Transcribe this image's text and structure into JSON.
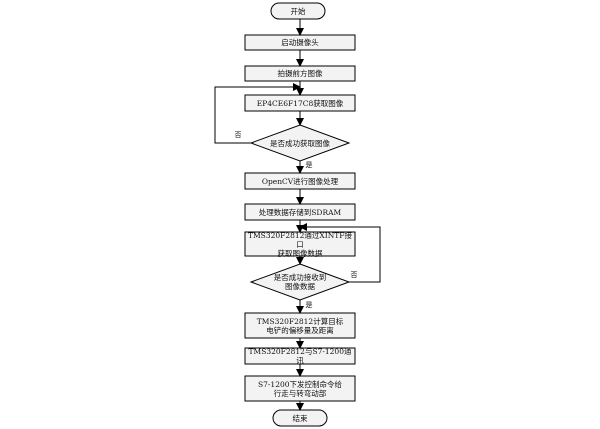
{
  "nodes": {
    "start": "开始",
    "open_camera": "启动摄像头",
    "capture_front": "拍摄前方图像",
    "fpga_get_image": "EP4CE6F17C8获取图像",
    "decision_get_image": "是否成功获取图像",
    "opencv_process": "OpenCV进行图像处理",
    "store_sdram": "处理数据存储到SDRAM",
    "dsp_get_data": "TMS320F2812通过XINTF接口\n获取图像数据",
    "decision_receive": "是否成功接收到\n图像数据",
    "dsp_compute": "TMS320F2812计算目标\n电铲的偏移量及距离",
    "dsp_comm": "TMS320F2812与S7-1200通讯",
    "plc_command": "S7-1200下发控制命令给\n行走与转弯动部",
    "end": "结束"
  },
  "labels": {
    "no_1": "否",
    "yes_1": "是",
    "no_2": "否",
    "yes_2": "是"
  }
}
